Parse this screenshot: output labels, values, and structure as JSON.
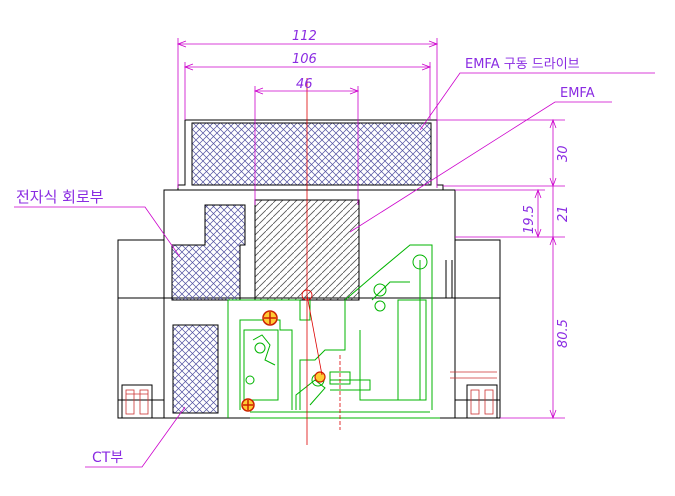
{
  "dimensions": {
    "d112": "112",
    "d106": "106",
    "d46": "46",
    "d30": "30",
    "d19_5": "19.5",
    "d21": "21",
    "d80_5": "80.5"
  },
  "labels": {
    "emfa_drive": "EMFA 구동 드라이브",
    "emfa": "EMFA",
    "electronic_circuit": "전자식 회로부",
    "ct": "CT부"
  },
  "colors": {
    "dimension": "#cc00cc",
    "label": "#8a2be2",
    "outline": "#000000",
    "mechanism": "#00bb00",
    "centerline": "#dd0000",
    "hatch": "#4040a0"
  }
}
